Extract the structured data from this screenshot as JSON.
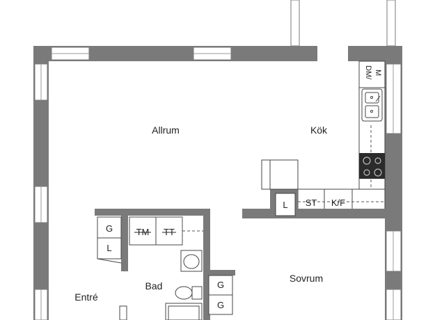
{
  "rooms": {
    "allrum": "Allrum",
    "kok": "Kök",
    "bad": "Bad",
    "sovrum": "Sovrum",
    "entre": "Entré"
  },
  "fixtures": {
    "dm_m_top": "DM/",
    "dm_m_bottom": "M",
    "kitchen_l": "L",
    "st": "ST",
    "kf": "K/F",
    "bath_g": "G",
    "bath_l": "L",
    "tm": "TM",
    "tt": "TT",
    "bed_g1": "G",
    "bed_g2": "G"
  },
  "colors": {
    "wall": "#7a7a7a",
    "stove": "#2b2b2b",
    "line": "#444444"
  }
}
